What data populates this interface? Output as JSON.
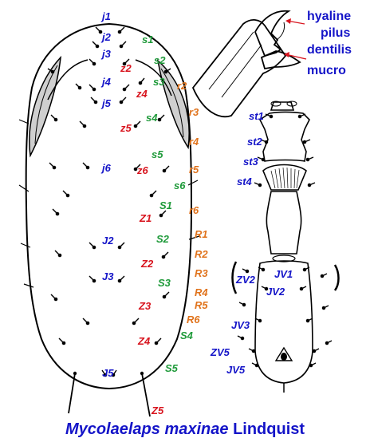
{
  "colors": {
    "blue": "#1414c8",
    "green": "#1f9a3a",
    "red": "#d8141e",
    "orange": "#e0731c",
    "outline": "#000000"
  },
  "caption": {
    "species": "Mycolaelaps maxinae",
    "author": "Lindquist"
  },
  "chela_labels": {
    "hyaline": "hyaline",
    "pilus": "pilus",
    "dentilis": "dentilis",
    "mucro": "mucro"
  },
  "dorsal_labels": {
    "j1": "j1",
    "j2": "j2",
    "j3": "j3",
    "j4": "j4",
    "j5": "j5",
    "j6": "j6",
    "z2": "z2",
    "z4": "z4",
    "z5": "z5",
    "z6": "z6",
    "s1": "s1",
    "s2": "s2",
    "s3": "s3",
    "s4": "s4",
    "s5": "s5",
    "s6": "s6",
    "r2": "r2",
    "r3": "r3",
    "r4": "r4",
    "r5": "r5",
    "r6": "r6",
    "J2": "J2",
    "J3": "J3",
    "J5": "J5",
    "Z1": "Z1",
    "Z2": "Z2",
    "Z3": "Z3",
    "Z4": "Z4",
    "Z5": "Z5",
    "S1": "S1",
    "S2": "S2",
    "S3": "S3",
    "S4": "S4",
    "S5": "S5",
    "R1": "R1",
    "R2": "R2",
    "R3": "R3",
    "R4": "R4",
    "R5": "R5",
    "R6": "R6"
  },
  "ventral_labels": {
    "st1": "st1",
    "st2": "st2",
    "st3": "st3",
    "st4": "st4",
    "JV1": "JV1",
    "JV2": "JV2",
    "JV3": "JV3",
    "JV5": "JV5",
    "ZV2": "ZV2",
    "ZV5": "ZV5"
  }
}
